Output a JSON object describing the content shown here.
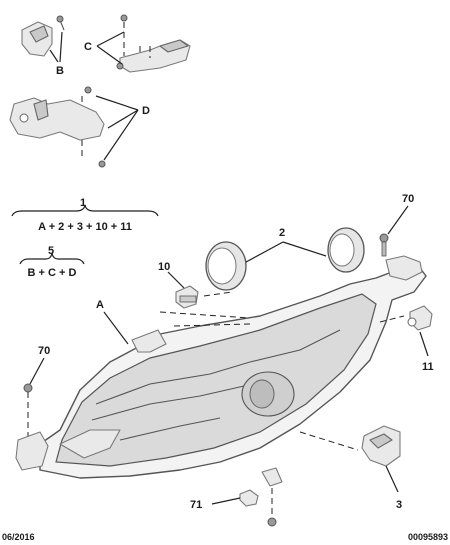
{
  "callouts": {
    "b": "B",
    "c": "C",
    "d": "D",
    "one": "1",
    "formula_1": "A + 2 + 3 + 10 + 11",
    "five": "5",
    "formula_5": "B + C + D",
    "seventy_top": "70",
    "two": "2",
    "ten": "10",
    "a": "A",
    "seventy_left": "70",
    "eleven": "11",
    "three": "3",
    "seventyone": "71"
  },
  "footer": {
    "date": "06/2016",
    "ref": "00095893"
  }
}
